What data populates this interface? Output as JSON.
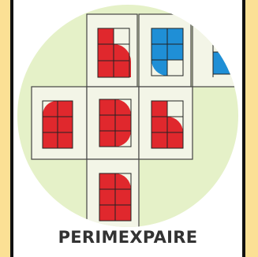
{
  "app": {
    "title": "PERIMEXPAIRE"
  },
  "colors": {
    "page_background": "#fbe095",
    "badge_background": "#e5f1c8",
    "piece_red": "#e0282d",
    "piece_blue": "#1f8fd6",
    "grid_line": "#3a3a3a"
  },
  "tiles": [
    {
      "name": "tile-red-top-left",
      "color": "red"
    },
    {
      "name": "tile-blue-top-middle",
      "color": "blue"
    },
    {
      "name": "tile-blue-top-right",
      "color": "blue"
    },
    {
      "name": "tile-red-middle-left",
      "color": "red"
    },
    {
      "name": "tile-red-middle-center",
      "color": "red"
    },
    {
      "name": "tile-red-middle-right",
      "color": "red"
    },
    {
      "name": "tile-red-bottom",
      "color": "red"
    }
  ]
}
